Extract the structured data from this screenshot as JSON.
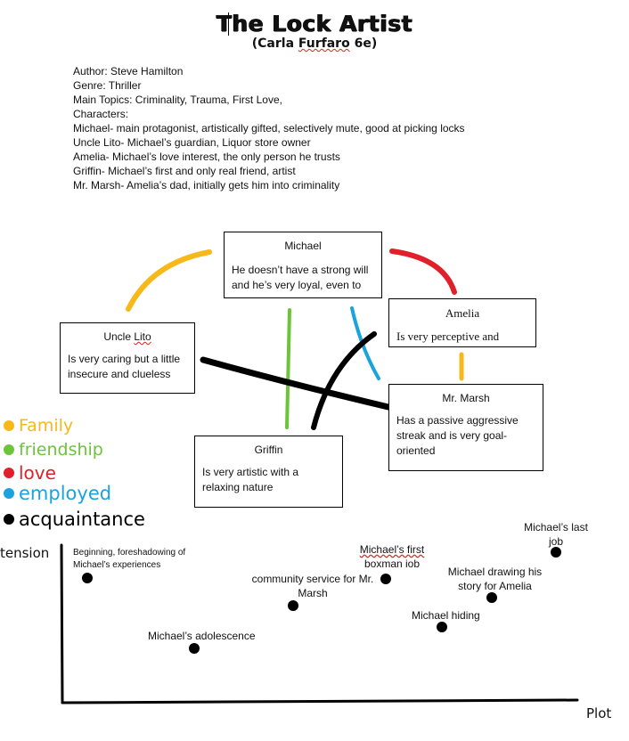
{
  "header": {
    "title": "The Lock Artist",
    "subtitle_prefix": "(Carla ",
    "subtitle_surname": "Furfaro",
    "subtitle_suffix": " 6e)"
  },
  "info_lines": [
    "Author: Steve Hamilton",
    "Genre: Thriller",
    "Main Topics: Criminality, Trauma, First Love,",
    "Characters:",
    "Michael- main protagonist, artistically gifted, selectively mute, good at picking locks",
    "Uncle Lito- Michael’s guardian, Liquor store owner",
    "Amelia- Michael’s love interest, the only person he trusts",
    "Griffin- Michael’s first and only real friend, artist",
    "Mr. Marsh- Amelia’s dad, initially gets him into criminality"
  ],
  "characters": {
    "michael": {
      "name": "Michael",
      "desc": "He doesn’t have a strong will and he’s very loyal, even to"
    },
    "uncle_lito": {
      "name_prefix": "Uncle ",
      "name_wavy": "Lito",
      "desc": "Is very caring but a little insecure and clueless"
    },
    "amelia": {
      "name": "Amelia",
      "desc": "Is very perceptive and"
    },
    "mr_marsh": {
      "name": "Mr. Marsh",
      "desc": "Has a passive aggressive streak and is very goal-oriented"
    },
    "griffin": {
      "name": "Griffin",
      "desc": "Is very artistic with a relaxing nature"
    }
  },
  "legend": [
    {
      "label": "Family",
      "color": "#f7b91a"
    },
    {
      "label": "friendship",
      "color": "#6cc43a"
    },
    {
      "label": "love",
      "color": "#e0202a"
    },
    {
      "label": "employed",
      "color": "#1aa3dc"
    },
    {
      "label": "acquaintance",
      "color": "#000000"
    }
  ],
  "plot": {
    "y_label": "tension",
    "x_label": "Plot",
    "events": [
      "Beginning, foreshadowing of Michael’s experiences",
      "Michael’s adolescence",
      "community service for Mr. Marsh",
      "Michael’s first boxman job",
      "Michael hiding",
      "Michael drawing his story for Amelia",
      "Michael’s last job"
    ]
  }
}
